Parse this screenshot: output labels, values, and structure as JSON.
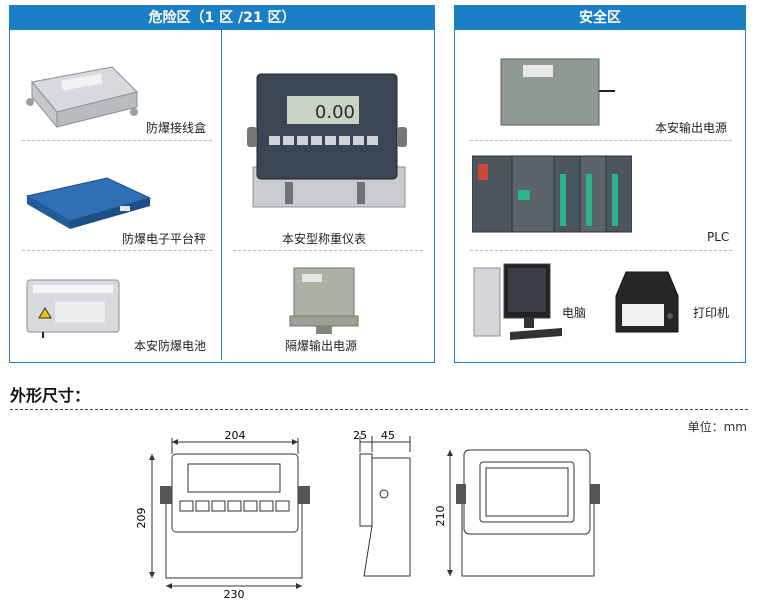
{
  "hazard_panel": {
    "title": "危险区（1 区 /21 区）",
    "items": [
      {
        "label": "防爆接线盒"
      },
      {
        "label": "防爆电子平台秤"
      },
      {
        "label": "本安防爆电池"
      },
      {
        "label": "本安型称重仪表"
      },
      {
        "label": "隔爆输出电源"
      }
    ]
  },
  "safe_panel": {
    "title": "安全区",
    "items": [
      {
        "label": "本安输出电源"
      },
      {
        "label": "PLC"
      },
      {
        "label": "电脑"
      },
      {
        "label": "打印机"
      }
    ]
  },
  "indicator_display": "0.00",
  "dimensions": {
    "section_title": "外形尺寸：",
    "unit_label": "单位：mm",
    "front_width_top": "204",
    "front_height": "209",
    "front_width_bottom": "230",
    "side_depth_a": "25",
    "side_depth_b": "45",
    "back_height": "210"
  },
  "colors": {
    "accent": "#1a7fc4",
    "device_dark": "#3a4654",
    "lcd": "#c9d3c5"
  }
}
